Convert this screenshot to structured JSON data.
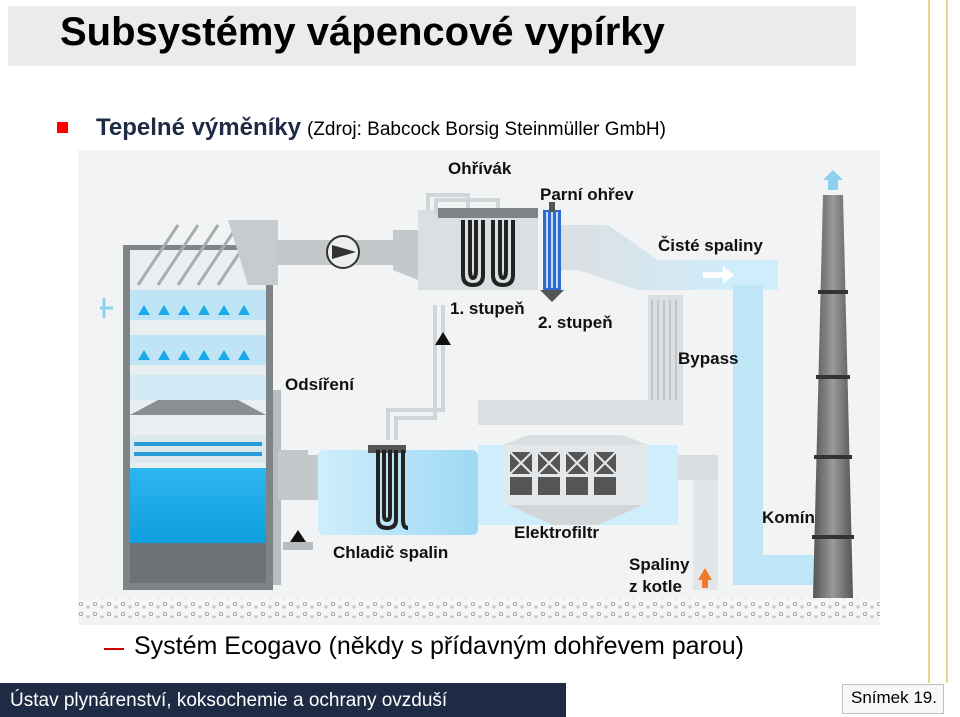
{
  "title": "Subsystémy vápencové vypírky",
  "bullet": {
    "heading": "Tepelné výměníky",
    "source": "(Zdroj: Babcock Borsig Steinmüller GmbH)"
  },
  "diagram_labels": {
    "ohrivak": "Ohřívák",
    "parni_ohrev": "Parní ohřev",
    "ciste_spaliny": "Čisté spaliny",
    "stupen1": "1. stupeň",
    "stupen2": "2. stupeň",
    "bypass": "Bypass",
    "odsireni": "Odsíření",
    "elektrofiltr": "Elektrofiltr",
    "komin": "Komín",
    "chladic": "Chladič spalin",
    "spaliny_z_kotle_1": "Spaliny",
    "spaliny_z_kotle_2": "z kotle"
  },
  "caption": "Systém Ecogavo (někdy s přídavným dohřevem parou)",
  "footer": {
    "institution": "Ústav plynárenství, koksochemie a ochrany ovzduší",
    "slide": "Snímek 19."
  },
  "colors": {
    "footer_bg": "#1f2a44",
    "bullet": "#ff0000",
    "water": "#1aa9ea",
    "duct_light": "#bfe6f7",
    "steel": "#9a9a9a",
    "arrow_hot": "#f07a2a"
  }
}
